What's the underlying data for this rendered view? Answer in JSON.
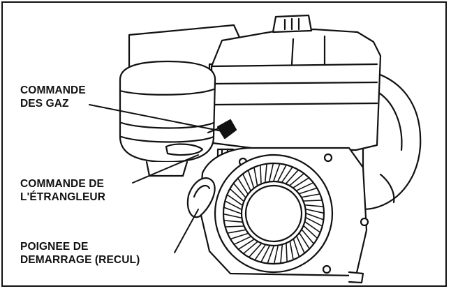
{
  "callouts": {
    "throttle": {
      "line1": "COMMANDE",
      "line2": "DES GAZ"
    },
    "choke": {
      "line1": "COMMANDE DE",
      "line2": "L'ÉTRANGLEUR"
    },
    "starter": {
      "line1": "POIGNEE DE",
      "line2": "DEMARRAGE (RECUL)"
    }
  },
  "colors": {
    "ink": "#111111",
    "paper": "#ffffff"
  }
}
